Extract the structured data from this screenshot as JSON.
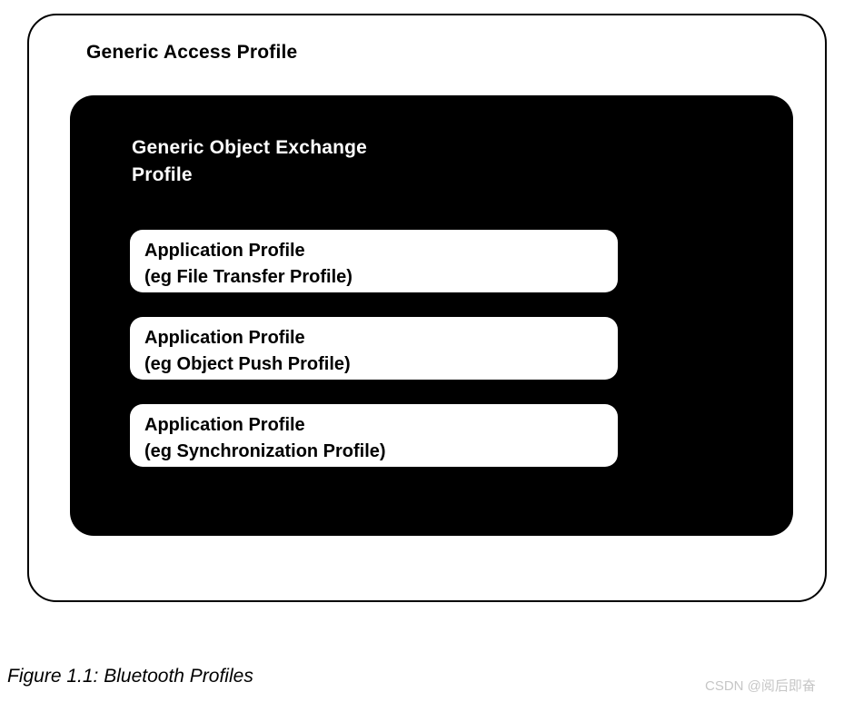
{
  "figure": {
    "outer_label": "Generic Access Profile",
    "goep_label": "Generic Object Exchange Profile",
    "application_profiles": [
      {
        "line1": "Application Profile",
        "line2": "(eg File Transfer Profile)"
      },
      {
        "line1": "Application Profile",
        "line2": "(eg Object Push Profile)"
      },
      {
        "line1": "Application Profile",
        "line2": "(eg Synchronization Profile)"
      }
    ]
  },
  "caption": "Figure 1.1: Bluetooth Profiles",
  "watermark": "CSDN @阅后即奋",
  "colors": {
    "goep_fill": "#000000",
    "goep_text": "#ffffff",
    "box_border": "#000000",
    "watermark_text": "#c6c6c6"
  }
}
